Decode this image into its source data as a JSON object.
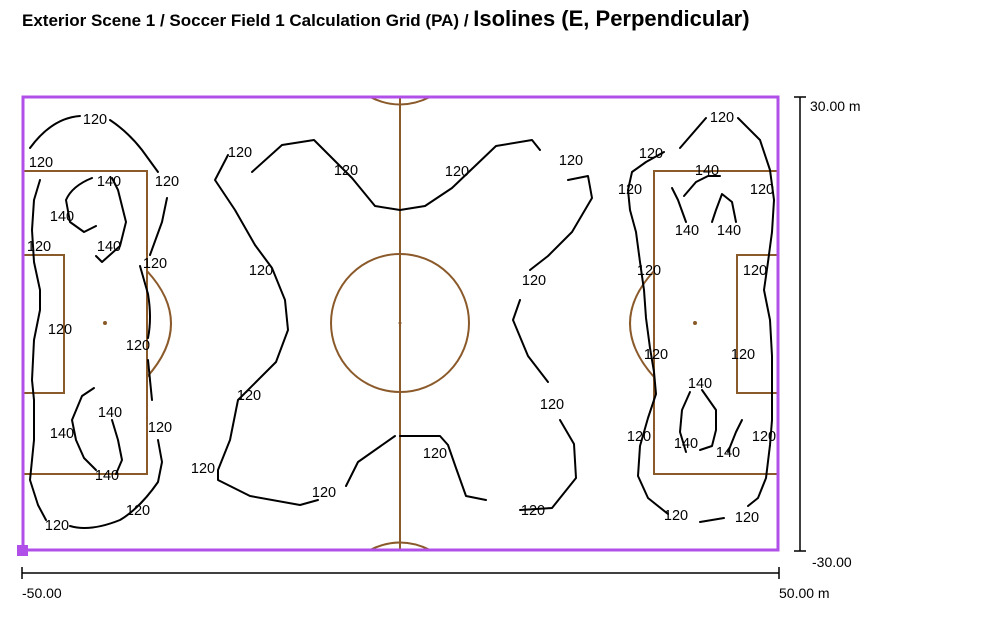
{
  "title": {
    "prefix": "Exterior Scene 1 / Soccer Field 1 Calculation Grid (PA) / ",
    "main": "Isolines (E, Perpendicular)"
  },
  "axes": {
    "x_min_label": "-50.00",
    "x_max_label": "50.00 m",
    "y_max_label": "30.00 m",
    "y_min_label": "-30.00"
  },
  "isoline_labels": {
    "v120": "120",
    "v140": "140"
  },
  "colors": {
    "boundary": "#b050e8",
    "field_lines": "#8b5a2b",
    "isolines": "#000000"
  }
}
